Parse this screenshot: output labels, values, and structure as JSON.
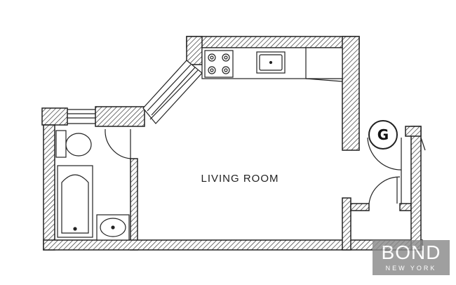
{
  "plan": {
    "room_label": "LIVING ROOM",
    "unit_badge": "G"
  },
  "brand": {
    "name": "BOND",
    "city": "NEW YORK"
  },
  "colors": {
    "wall_stroke": "#222222",
    "hatch": "#333333",
    "brand_bg": "#8a8a8a"
  }
}
